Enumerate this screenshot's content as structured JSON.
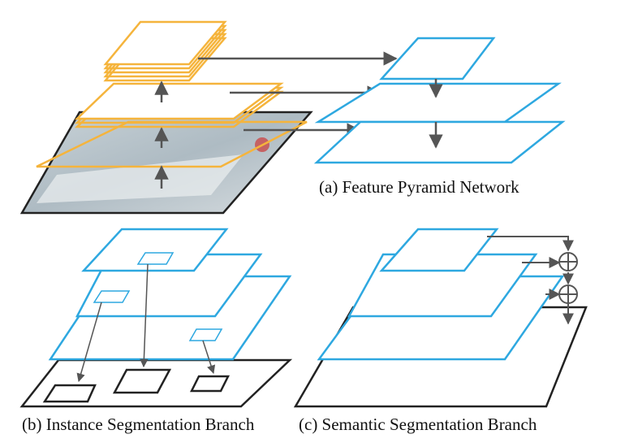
{
  "captions": {
    "fpn": "(a) Feature Pyramid Network",
    "instance": "(b) Instance Segmentation Branch",
    "semantic": "(c) Semantic Segmentation Branch"
  },
  "colors": {
    "backbone": "#f5b43c",
    "pyramid": "#2ea8e0",
    "outline": "#222222",
    "arrow": "#555555",
    "photo_tint": "#b9c3c9"
  }
}
